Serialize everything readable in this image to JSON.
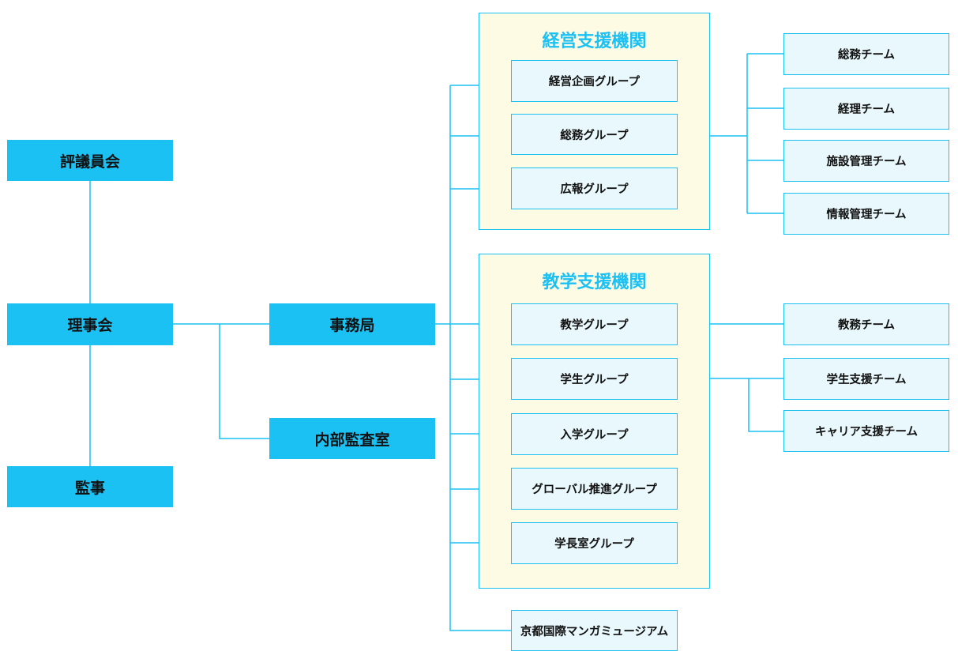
{
  "colors": {
    "accent": "#1cc1f4",
    "panel_fill": "#fefbe5",
    "box_fill": "#e8f8fd",
    "text": "#111111"
  },
  "governance": {
    "council": "評議員会",
    "board": "理事会",
    "auditor": "監事"
  },
  "offices": {
    "secretariat": "事務局",
    "internal_audit": "内部監査室"
  },
  "management": {
    "title": "経営支援機関",
    "groups": [
      "経営企画グループ",
      "総務グループ",
      "広報グループ"
    ]
  },
  "academic": {
    "title": "教学支援機関",
    "groups": [
      "教学グループ",
      "学生グループ",
      "入学グループ",
      "グローバル推進グループ",
      "学長室グループ"
    ]
  },
  "museum": "京都国際マンガミュージアム",
  "teams": {
    "general_affairs": [
      "総務チーム",
      "経理チーム",
      "施設管理チーム",
      "情報管理チーム"
    ],
    "academic_affairs": [
      "教務チーム"
    ],
    "student": [
      "学生支援チーム",
      "キャリア支援チーム"
    ]
  }
}
